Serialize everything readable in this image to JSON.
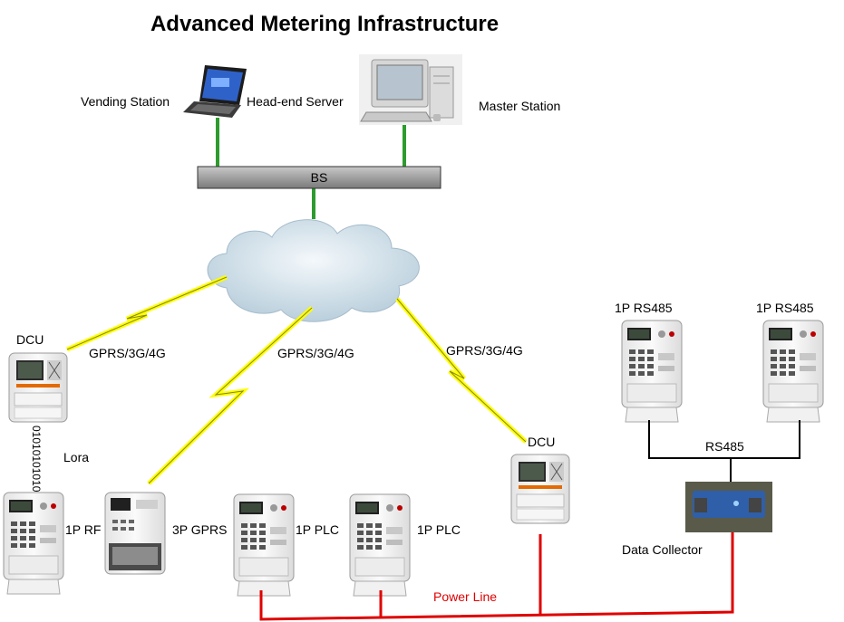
{
  "title": "Advanced Metering Infrastructure",
  "labels": {
    "vending_station": "Vending Station",
    "head_end_server": "Head-end Server",
    "master_station": "Master Station",
    "bs": "BS",
    "dcu_left": "DCU",
    "dcu_right": "DCU",
    "gprs_left": "GPRS/3G/4G",
    "gprs_middle": "GPRS/3G/4G",
    "gprs_right": "GPRS/3G/4G",
    "lora": "Lora",
    "lora_binary": "01010101010",
    "meter_1p_rf": "1P RF",
    "meter_3p_gprs": "3P GPRS",
    "meter_1p_plc_a": "1P PLC",
    "meter_1p_plc_b": "1P PLC",
    "meter_rs485_a": "1P RS485",
    "meter_rs485_b": "1P RS485",
    "rs485": "RS485",
    "data_collector": "Data Collector",
    "power_line": "Power Line"
  },
  "colors": {
    "ethernet_link": "#2e9b2e",
    "wireless_bolt": "#ffff00",
    "power_line": "#e00000",
    "rs485_bus": "#000000",
    "bs_bar": "#9a9a9a",
    "cloud": "#dbe8f0"
  },
  "icons": {
    "vending": "laptop-icon",
    "master": "desktop-computer-icon",
    "network": "cloud-icon",
    "meters": "electricity-meter-icon",
    "collector": "data-collector-icon"
  }
}
